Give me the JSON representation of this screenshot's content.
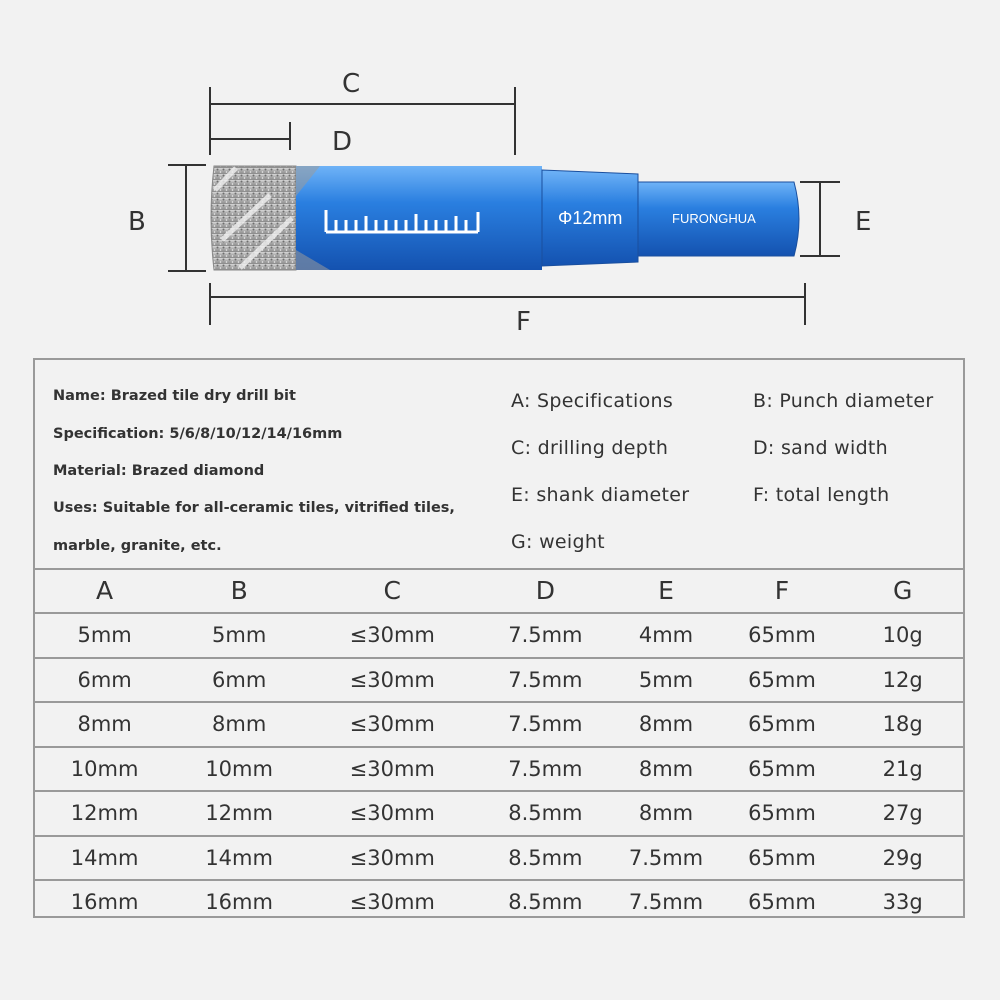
{
  "diagram": {
    "dimension_letters": {
      "C": "C",
      "D": "D",
      "B": "B",
      "E": "E",
      "F": "F"
    },
    "bit_diameter_label": "Φ12mm",
    "bit_brand_label": "FURONGHUA",
    "colors": {
      "bit_blue": "#1f6fd6",
      "bit_blue_light": "#5aa4f2",
      "crown_gray": "#a9a9a9",
      "line": "#333333"
    }
  },
  "info": {
    "lines": [
      "Name: Brazed tile dry drill bit",
      "Specification: 5/6/8/10/12/14/16mm",
      "Material: Brazed diamond",
      "Uses: Suitable for all-ceramic tiles, vitrified tiles,",
      "marble, granite, etc."
    ],
    "legend": [
      "A: Specifications",
      "B: Punch diameter",
      "C: drilling depth",
      "D: sand width",
      "E: shank diameter",
      "F: total length",
      "G: weight"
    ]
  },
  "table": {
    "headers": [
      "A",
      "B",
      "C",
      "D",
      "E",
      "F",
      "G"
    ],
    "rows": [
      [
        "5mm",
        "5mm",
        "≤30mm",
        "7.5mm",
        "4mm",
        "65mm",
        "10g"
      ],
      [
        "6mm",
        "6mm",
        "≤30mm",
        "7.5mm",
        "5mm",
        "65mm",
        "12g"
      ],
      [
        "8mm",
        "8mm",
        "≤30mm",
        "7.5mm",
        "8mm",
        "65mm",
        "18g"
      ],
      [
        "10mm",
        "10mm",
        "≤30mm",
        "7.5mm",
        "8mm",
        "65mm",
        "21g"
      ],
      [
        "12mm",
        "12mm",
        "≤30mm",
        "8.5mm",
        "8mm",
        "65mm",
        "27g"
      ],
      [
        "14mm",
        "14mm",
        "≤30mm",
        "8.5mm",
        "7.5mm",
        "65mm",
        "29g"
      ],
      [
        "16mm",
        "16mm",
        "≤30mm",
        "8.5mm",
        "7.5mm",
        "65mm",
        "33g"
      ]
    ]
  }
}
